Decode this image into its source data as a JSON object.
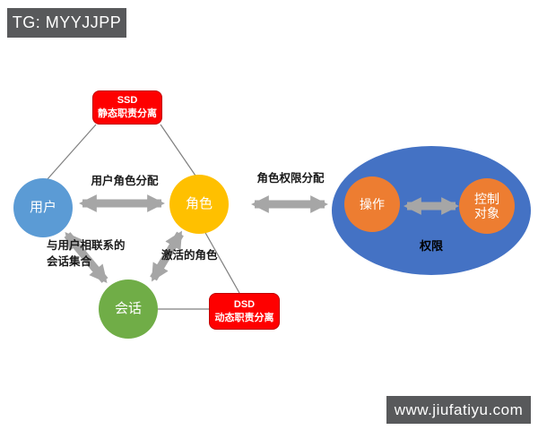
{
  "watermarks": {
    "top": "TG: MYYJJPP",
    "bottom": "www.jiufatiyu.com"
  },
  "nodes": {
    "user": "用户",
    "role": "角色",
    "session": "会话",
    "operation": "操作",
    "control_object": "控制\n对象",
    "permission": "权限"
  },
  "constraints": {
    "ssd": {
      "title": "SSD",
      "subtitle": "静态职责分离"
    },
    "dsd": {
      "title": "DSD",
      "subtitle": "动态职责分离"
    }
  },
  "relations": {
    "user_role_assignment": "用户角色分配",
    "role_permission_assignment": "角色权限分配",
    "user_sessions": "与用户相联系的\n会话集合",
    "active_roles": "激活的角色"
  },
  "colors": {
    "user_circle": "#5B9BD5",
    "role_circle": "#FFC000",
    "session_circle": "#70AD47",
    "permission_ellipse": "#4472C4",
    "operation_circle": "#ED7D31",
    "constraint_box": "#FE0000",
    "arrow_gray": "#A6A6A6",
    "line_gray": "#7F7F7F",
    "watermark_bg": "#58595B",
    "background": "#FFFFFF"
  }
}
